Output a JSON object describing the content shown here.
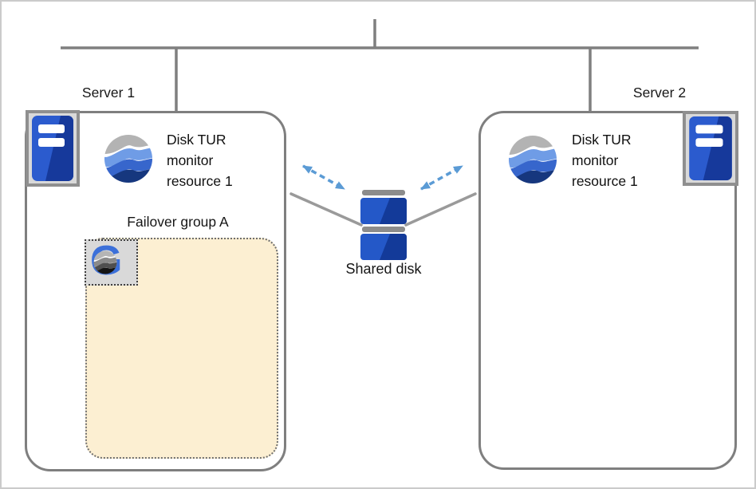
{
  "servers": [
    {
      "label": "Server 1",
      "monitor_resource": {
        "lines": [
          "Disk TUR",
          "monitor",
          "resource 1"
        ]
      },
      "failover_group": {
        "label": "Failover group A",
        "icon_glyph": "G"
      }
    },
    {
      "label": "Server 2",
      "monitor_resource": {
        "lines": [
          "Disk TUR",
          "monitor",
          "resource 1"
        ]
      }
    }
  ],
  "shared_disk": {
    "label": "Shared disk"
  },
  "icons": {
    "server_tower": "server-tower-icon",
    "monitor_resource": "wave-sphere-icon",
    "failover_group": "g-wave-sphere-icon",
    "shared_disk": "disk-stack-icon",
    "heartbeat": "dashed-double-arrow-icon"
  },
  "colors": {
    "line_gray": "#7f7f7f",
    "connector_gray": "#9a9a9a",
    "arrow_blue": "#5b9bd5",
    "server_blue": "#2b5bce",
    "server_blue_dark": "#16399b",
    "sphere_gray": "#b3b3b3",
    "sphere_light_blue": "#6f9ce6",
    "sphere_mid_blue": "#3766cc",
    "sphere_navy": "#16377e",
    "group_fill": "#fcefd2",
    "icon_box_fill": "#d9d9d9",
    "disk_cap_gray": "#8c8c8c"
  }
}
